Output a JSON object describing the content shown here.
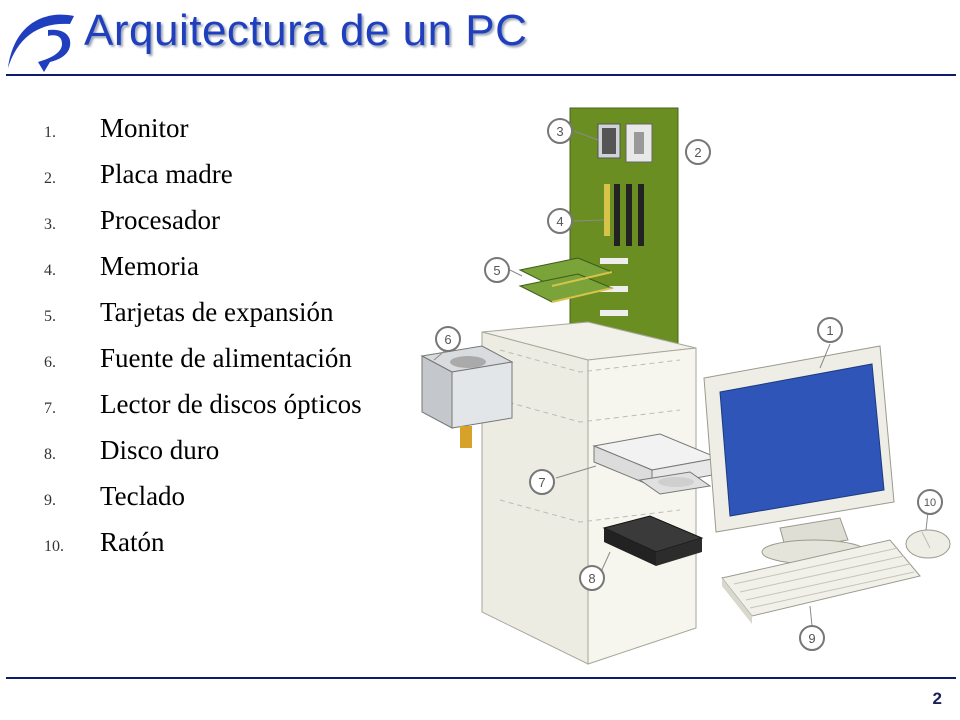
{
  "slide": {
    "title": "Arquitectura de un PC",
    "page_number": "2",
    "items": [
      {
        "num": "1.",
        "label": "Monitor"
      },
      {
        "num": "2.",
        "label": "Placa madre"
      },
      {
        "num": "3.",
        "label": "Procesador"
      },
      {
        "num": "4.",
        "label": "Memoria"
      },
      {
        "num": "5.",
        "label": "Tarjetas de expansión"
      },
      {
        "num": "6.",
        "label": "Fuente de alimentación"
      },
      {
        "num": "7.",
        "label": "Lector de discos ópticos"
      },
      {
        "num": "8.",
        "label": "Disco duro"
      },
      {
        "num": "9.",
        "label": "Teclado"
      },
      {
        "num": "10.",
        "label": "Ratón"
      }
    ],
    "callouts": [
      "1",
      "2",
      "3",
      "4",
      "5",
      "6",
      "7",
      "8",
      "9",
      "10"
    ]
  },
  "colors": {
    "title": "#1f3fbf",
    "rule": "#0d1b6b",
    "motherboard": "#6b8e23",
    "screen": "#2f55b8"
  }
}
